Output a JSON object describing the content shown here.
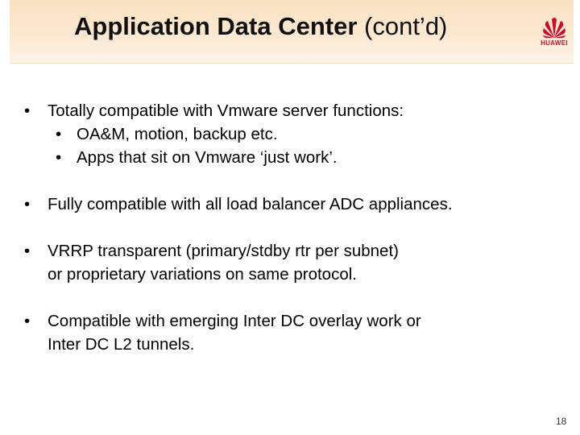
{
  "slide": {
    "title_bold": "Application Data Center",
    "title_rest": "(cont’d)",
    "logo_text": "HUAWEI",
    "bullet_symbol": "•",
    "bullets": [
      {
        "text": "Totally compatible with Vmware server functions:",
        "sub": [
          "OA&M, motion, backup etc.",
          "Apps that sit on Vmware ‘just work’."
        ]
      },
      {
        "text": "Fully compatible with all load balancer ADC appliances."
      },
      {
        "text": "VRRP transparent (primary/stdby rtr per subnet)",
        "cont": "or proprietary variations on same protocol."
      },
      {
        "text": "Compatible with emerging Inter DC overlay work or",
        "cont": "Inter DC L2 tunnels."
      }
    ],
    "page_number": "18",
    "brand_color": "#c8102e"
  }
}
